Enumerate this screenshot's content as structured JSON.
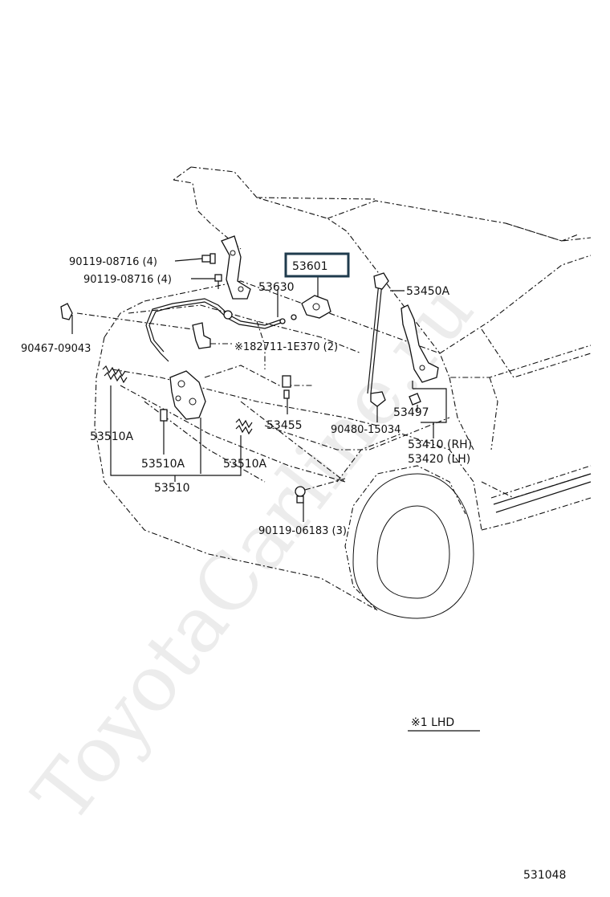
{
  "watermark": "ToyotaCarline.ru",
  "diagram_id": "531048",
  "legend_note": "※1  LHD",
  "labels": {
    "p53601": "53601",
    "p53450A": "53450A",
    "p53630": "53630",
    "p90119_08716_a": "90119-08716 (4)",
    "p90119_08716_b": "90119-08716 (4)",
    "p90467": "90467-09043",
    "p182711": "※182711-1E370 (2)",
    "p53455": "53455",
    "p90480": "90480-15034",
    "p53497": "53497",
    "p53410": "53410 (RH)",
    "p53420": "53420 (LH)",
    "p53510A_1": "53510A",
    "p53510A_2": "53510A",
    "p53510A_3": "53510A",
    "p53510": "53510",
    "p90119_06183": "90119-06183 (3)"
  }
}
